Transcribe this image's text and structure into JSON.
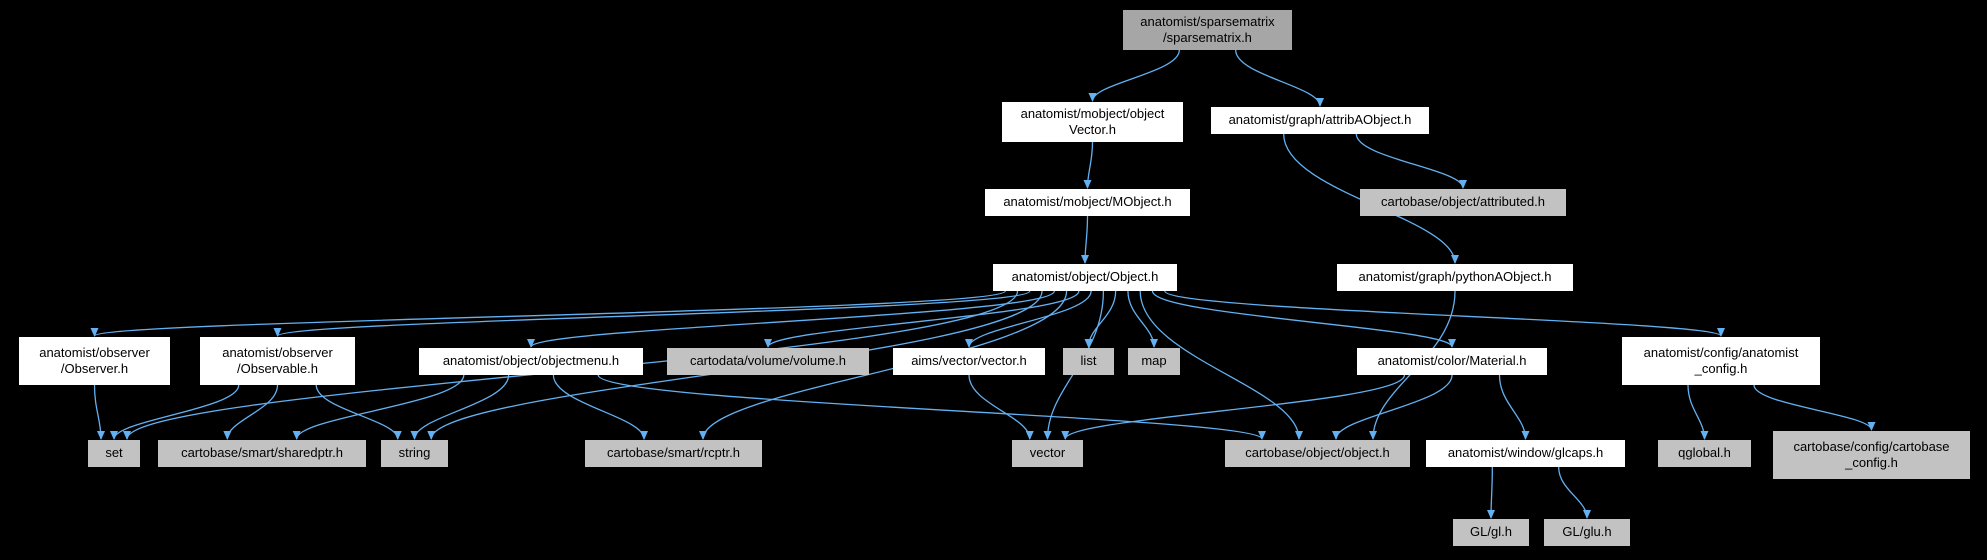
{
  "colors": {
    "background": "#000000",
    "node_internal_fill": "#ffffff",
    "node_external_fill": "#c2c2c2",
    "node_root_fill": "#a6a6a6",
    "node_text": "#000000",
    "edge": "#63b1f2"
  },
  "graph": {
    "nodes": [
      {
        "id": "sparsematrix",
        "label": "anatomist/sparsematrix\n/sparsematrix.h",
        "kind": "root"
      },
      {
        "id": "object_vector",
        "label": "anatomist/mobject/object\nVector.h",
        "kind": "internal"
      },
      {
        "id": "attrib_aobject",
        "label": "anatomist/graph/attribAObject.h",
        "kind": "internal"
      },
      {
        "id": "attributed",
        "label": "cartobase/object/attributed.h",
        "kind": "external"
      },
      {
        "id": "mobject",
        "label": "anatomist/mobject/MObject.h",
        "kind": "internal"
      },
      {
        "id": "python_aobject",
        "label": "anatomist/graph/pythonAObject.h",
        "kind": "internal"
      },
      {
        "id": "object",
        "label": "anatomist/object/Object.h",
        "kind": "internal"
      },
      {
        "id": "observer",
        "label": "anatomist/observer\n/Observer.h",
        "kind": "internal"
      },
      {
        "id": "observable",
        "label": "anatomist/observer\n/Observable.h",
        "kind": "internal"
      },
      {
        "id": "objectmenu",
        "label": "anatomist/object/objectmenu.h",
        "kind": "internal"
      },
      {
        "id": "volume",
        "label": "cartodata/volume/volume.h",
        "kind": "external"
      },
      {
        "id": "aims_vector",
        "label": "aims/vector/vector.h",
        "kind": "internal"
      },
      {
        "id": "list",
        "label": "list",
        "kind": "external"
      },
      {
        "id": "map",
        "label": "map",
        "kind": "external"
      },
      {
        "id": "material",
        "label": "anatomist/color/Material.h",
        "kind": "internal"
      },
      {
        "id": "anatomist_config",
        "label": "anatomist/config/anatomist\n_config.h",
        "kind": "internal"
      },
      {
        "id": "set",
        "label": "set",
        "kind": "external"
      },
      {
        "id": "sharedptr",
        "label": "cartobase/smart/sharedptr.h",
        "kind": "external"
      },
      {
        "id": "string",
        "label": "string",
        "kind": "external"
      },
      {
        "id": "rcptr",
        "label": "cartobase/smart/rcptr.h",
        "kind": "external"
      },
      {
        "id": "vector",
        "label": "vector",
        "kind": "external"
      },
      {
        "id": "cartobase_object",
        "label": "cartobase/object/object.h",
        "kind": "external"
      },
      {
        "id": "glcaps",
        "label": "anatomist/window/glcaps.h",
        "kind": "internal"
      },
      {
        "id": "qglobal",
        "label": "qglobal.h",
        "kind": "external"
      },
      {
        "id": "cartobase_config",
        "label": "cartobase/config/cartobase\n_config.h",
        "kind": "external"
      },
      {
        "id": "gl_gl",
        "label": "GL/gl.h",
        "kind": "external"
      },
      {
        "id": "gl_glu",
        "label": "GL/glu.h",
        "kind": "external"
      }
    ],
    "edges": [
      {
        "from": "sparsematrix",
        "to": "object_vector"
      },
      {
        "from": "sparsematrix",
        "to": "attrib_aobject"
      },
      {
        "from": "object_vector",
        "to": "mobject"
      },
      {
        "from": "attrib_aobject",
        "to": "attributed"
      },
      {
        "from": "attrib_aobject",
        "to": "python_aobject"
      },
      {
        "from": "mobject",
        "to": "object"
      },
      {
        "from": "python_aobject",
        "to": "cartobase_object"
      },
      {
        "from": "object",
        "to": "observer"
      },
      {
        "from": "object",
        "to": "observable"
      },
      {
        "from": "object",
        "to": "objectmenu"
      },
      {
        "from": "object",
        "to": "volume"
      },
      {
        "from": "object",
        "to": "aims_vector"
      },
      {
        "from": "object",
        "to": "list"
      },
      {
        "from": "object",
        "to": "map"
      },
      {
        "from": "object",
        "to": "material"
      },
      {
        "from": "object",
        "to": "anatomist_config"
      },
      {
        "from": "object",
        "to": "set"
      },
      {
        "from": "object",
        "to": "string"
      },
      {
        "from": "object",
        "to": "rcptr"
      },
      {
        "from": "object",
        "to": "vector"
      },
      {
        "from": "object",
        "to": "cartobase_object"
      },
      {
        "from": "observer",
        "to": "set"
      },
      {
        "from": "observable",
        "to": "set"
      },
      {
        "from": "observable",
        "to": "sharedptr"
      },
      {
        "from": "observable",
        "to": "string"
      },
      {
        "from": "objectmenu",
        "to": "sharedptr"
      },
      {
        "from": "objectmenu",
        "to": "string"
      },
      {
        "from": "objectmenu",
        "to": "rcptr"
      },
      {
        "from": "objectmenu",
        "to": "cartobase_object"
      },
      {
        "from": "aims_vector",
        "to": "vector"
      },
      {
        "from": "material",
        "to": "vector"
      },
      {
        "from": "material",
        "to": "cartobase_object"
      },
      {
        "from": "material",
        "to": "glcaps"
      },
      {
        "from": "anatomist_config",
        "to": "qglobal"
      },
      {
        "from": "anatomist_config",
        "to": "cartobase_config"
      },
      {
        "from": "glcaps",
        "to": "gl_gl"
      },
      {
        "from": "glcaps",
        "to": "gl_glu"
      }
    ]
  }
}
